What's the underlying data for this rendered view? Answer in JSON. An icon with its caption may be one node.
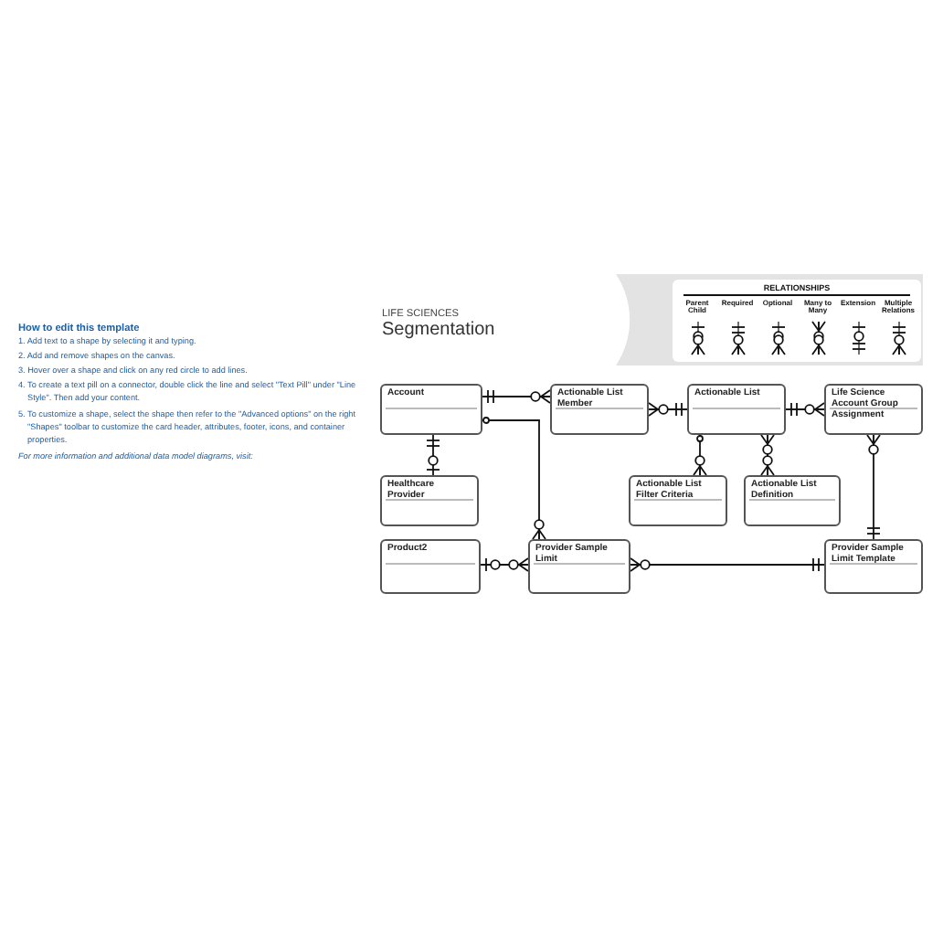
{
  "diagram": {
    "title": "Segmentation",
    "nodes": [
      {
        "text": [
          "Account"
        ]
      },
      {
        "text": [
          "Actionable List Member"
        ]
      },
      {
        "text": [
          "Actionable List"
        ]
      },
      {
        "text": [
          "Life Science Account Group Assignment"
        ]
      },
      {
        "text": [
          "Healthcare Provider"
        ]
      },
      {
        "text": [
          "Actionable List Filter Criteria"
        ]
      },
      {
        "text": [
          "Actionable List Definition"
        ]
      },
      {
        "text": [
          "Product2"
        ]
      },
      {
        "text": [
          "Provider Sample Limit"
        ]
      },
      {
        "text": [
          "Provider Sample Limit Template"
        ]
      }
    ],
    "edges": [
      {
        "from": 0,
        "to": 1,
        "arrow": "other"
      },
      {
        "from": 1,
        "to": 2,
        "arrow": "other"
      },
      {
        "from": 2,
        "to": 3,
        "arrow": "other"
      },
      {
        "from": 0,
        "to": 4,
        "arrow": "other"
      },
      {
        "from": 0,
        "to": 8,
        "arrow": "other"
      },
      {
        "from": 2,
        "to": 5,
        "arrow": "other"
      },
      {
        "from": 2,
        "to": 6,
        "arrow": "other"
      },
      {
        "from": 3,
        "to": 9,
        "arrow": "other"
      },
      {
        "from": 7,
        "to": 8,
        "arrow": "other"
      },
      {
        "from": 8,
        "to": 9,
        "arrow": "other"
      }
    ],
    "labels": [
      "How to edit this template",
      "1. Add text to a shape by selecting it and typing.",
      "2. Add and remove shapes on the canvas.",
      "3. Hover over a shape and click on any red circle to add lines.",
      "4. To create a text pill on a connector, double click the line and select \"Text Pill\" under \"Line Style\". Then add your content.",
      "5. To customize a shape, select the shape then refer to the \"Advanced options\" on the right \"Shapes\" toolbar to customize the card header, attributes, footer, icons, and container properties.",
      "For more information and additional data model diagrams, visit:",
      "LIFE SCIENCES",
      "RELATIONSHIPS"
    ],
    "legend": [
      {
        "text": "Parent Child"
      },
      {
        "text": "Required"
      },
      {
        "text": "Optional"
      },
      {
        "text": "Many to Many"
      },
      {
        "text": "Extension"
      },
      {
        "text": "Multiple Relations"
      }
    ]
  }
}
